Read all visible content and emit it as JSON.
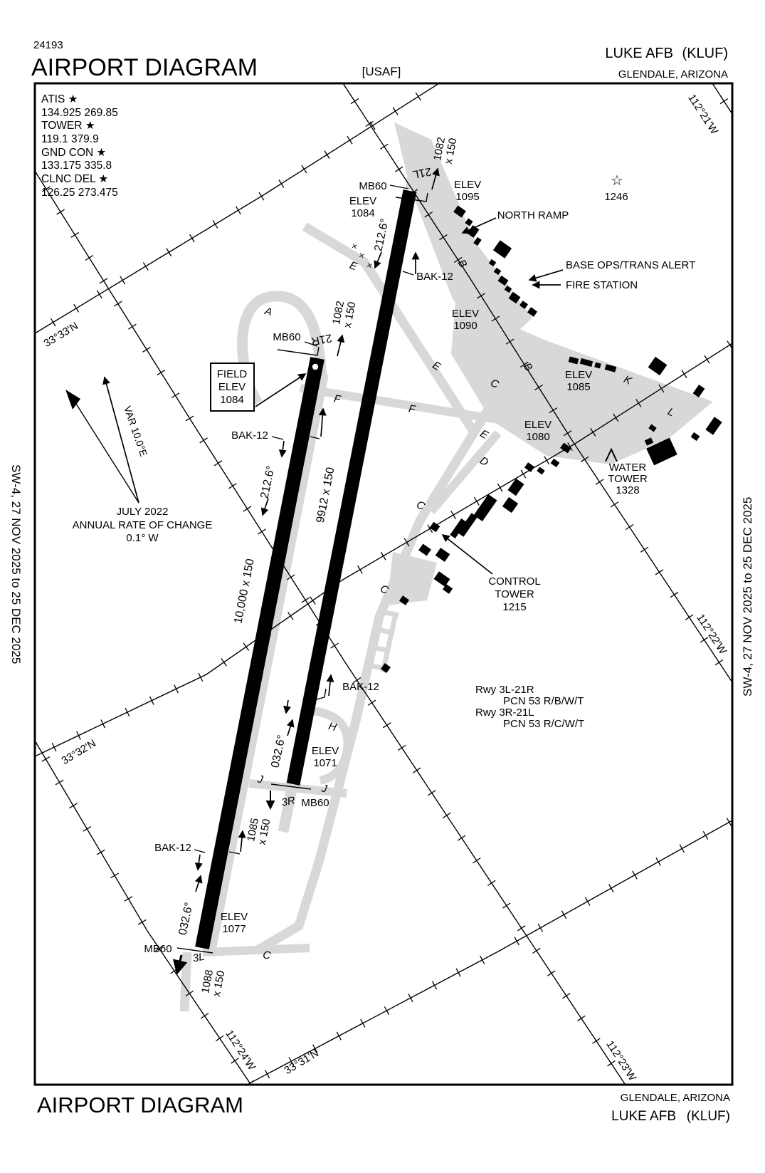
{
  "header": {
    "chart_number": "24193",
    "title": "AIRPORT DIAGRAM",
    "org": "[USAF]",
    "airport": "LUKE AFB",
    "icao": "(KLUF)",
    "city": "GLENDALE, ARIZONA"
  },
  "comms": {
    "lines": [
      "ATIS ★",
      "134.925  269.85",
      "TOWER ★",
      "119.1  379.9",
      "GND CON ★",
      "133.175  335.8",
      "CLNC DEL ★",
      "126.25  273.475"
    ]
  },
  "edition": {
    "left": "SW-4,  27 NOV 2025  to  25 DEC 2025",
    "right": "SW-4,  27 NOV 2025  to  25 DEC 2025"
  },
  "graticule": {
    "lat_3333": "33°33'N",
    "lat_3332": "33°32'N",
    "lat_3331": "33°31'N",
    "lon_11221": "112°21'W",
    "lon_11222": "112°22'W",
    "lon_11223": "112°23'W",
    "lon_11224": "112°24'W"
  },
  "variation": {
    "var_text": "VAR 10.0°E",
    "date": "JULY 2022",
    "rate_label": "ANNUAL RATE OF CHANGE",
    "rate_value": "0.1° W"
  },
  "runways": {
    "rw1_dim": "10,000 x 150",
    "rw2_dim": "9912 x 150",
    "hdg_21": "212.6°",
    "hdg_03": "032.6°",
    "id_21l": "21L",
    "id_21r": "21R",
    "id_3l": "3L",
    "id_3r": "3R",
    "mb60": "MB60",
    "bak12": "BAK-12",
    "ovr_1082": "1082",
    "ovr_1085": "1085",
    "ovr_1088": "1088",
    "ovr_x150": "x 150"
  },
  "elevations": {
    "label": "ELEV",
    "field": "FIELD",
    "v1084": "1084",
    "v1095": "1095",
    "v1090": "1090",
    "v1085": "1085",
    "v1080": "1080",
    "v1071": "1071",
    "v1077": "1077"
  },
  "features": {
    "north_ramp": "NORTH RAMP",
    "base_ops": "BASE OPS/TRANS ALERT",
    "fire_station": "FIRE STATION",
    "control_1": "CONTROL",
    "control_2": "TOWER",
    "control_3": "1215",
    "water_1": "WATER",
    "water_2": "TOWER",
    "water_3": "1328",
    "obstacle_elev": "1246",
    "pcn_rwy1": "Rwy 3L-21R",
    "pcn_1": "PCN 53 R/B/W/T",
    "pcn_rwy2": "Rwy 3R-21L",
    "pcn_2": "PCN 53 R/C/W/T"
  },
  "taxiways": {
    "a": "A",
    "b": "B",
    "c": "C",
    "d": "D",
    "e": "E",
    "f": "F",
    "h": "H",
    "j": "J",
    "k": "K",
    "l": "L"
  },
  "symbols": {
    "obstacle_star": "☆",
    "closed_x": "×"
  },
  "footer": {
    "title": "AIRPORT DIAGRAM",
    "city": "GLENDALE, ARIZONA",
    "airport": "LUKE AFB",
    "icao": "(KLUF)"
  }
}
